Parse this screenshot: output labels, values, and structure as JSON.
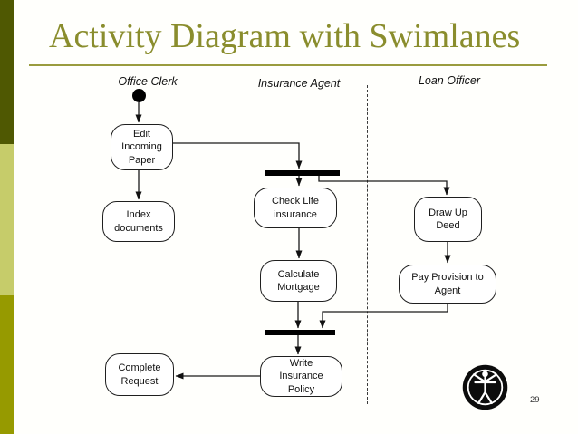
{
  "slide": {
    "title": "Activity Diagram with Swimlanes",
    "page_number": "29"
  },
  "colors": {
    "title_text": "#8a8d2d",
    "title_rule": "#9a9c3e",
    "accent_bar_top": "#4f5802",
    "accent_bar_middle": "#c6cc6a",
    "accent_bar_bottom": "#969a00",
    "node_fill": "#ffffff",
    "node_border": "#1f1f1f",
    "sync_bar": "#000000"
  },
  "swimlanes": {
    "office_clerk": "Office Clerk",
    "insurance_agent": "Insurance Agent",
    "loan_officer": "Loan Officer"
  },
  "nodes": {
    "edit_incoming_paper": "Edit\nIncoming\nPaper",
    "index_documents": "Index\ndocuments",
    "check_life_insurance": "Check Life\ninsurance",
    "calculate_mortgage": "Calculate\nMortgage",
    "draw_up_deed": "Draw Up\nDeed",
    "pay_provision_to_agent": "Pay Provision to\nAgent",
    "write_insurance_policy": "Write\nInsurance\nPolicy",
    "complete_request": "Complete\nRequest"
  },
  "icons": {
    "start_node": "filled-circle-start-node",
    "fork_bar": "fork-synchronization-bar",
    "join_bar": "join-synchronization-bar",
    "logo": "vitruvian-man-circle-logo"
  }
}
